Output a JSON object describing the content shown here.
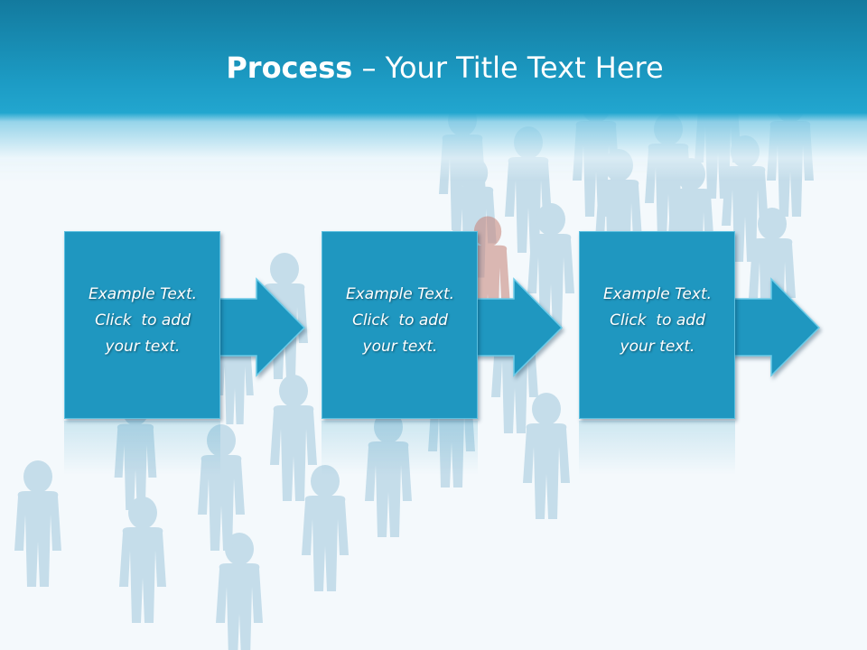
{
  "title": {
    "bold": "Process",
    "separator": " – ",
    "rest": "Your Title Text Here"
  },
  "steps": [
    {
      "line1": "Example Text.",
      "line2": "Click  to add",
      "line3": "your text."
    },
    {
      "line1": "Example Text.",
      "line2": "Click  to add",
      "line3": "your text."
    },
    {
      "line1": "Example Text.",
      "line2": "Click  to add",
      "line3": "your text."
    }
  ],
  "colors": {
    "header": "#1c9bc4",
    "box": "#1f97c0",
    "arrow": "#1f97c0",
    "people": "#a9cfe0",
    "highlighted_person": "#c98a80"
  }
}
